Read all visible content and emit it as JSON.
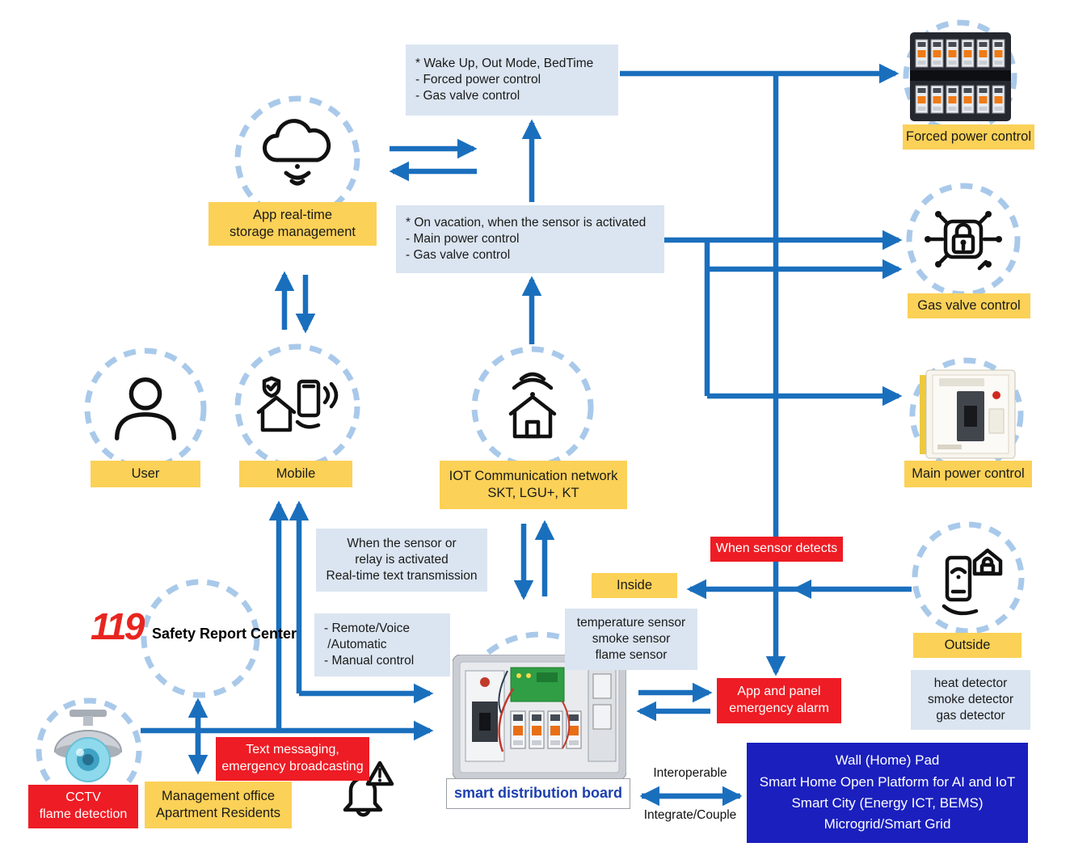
{
  "palette": {
    "arrow_blue": "#1a6fbd",
    "ring_blue": "#a9c9ea",
    "label_yellow": "#fbd157",
    "panel_lightblue": "#dbe5f1",
    "alert_red": "#ee1c24",
    "platform_navy": "#1a1fbe",
    "board_label_blue": "#1d3fae",
    "logo_red": "#e8251f"
  },
  "nodes": {
    "cloud_label": "App real-time\nstorage management",
    "user_label": "User",
    "mobile_label": "Mobile",
    "iot_label": "IOT Communication network\nSKT, LGU+, KT",
    "forced_power_label": "Forced power control",
    "gas_valve_label": "Gas valve control",
    "main_power_label": "Main power control",
    "outside_label": "Outside",
    "inside_label": "Inside",
    "board_label": "smart distribution board",
    "cctv_label": "CCTV\nflame detection",
    "management_label": "Management office\nApartment Residents"
  },
  "panels": {
    "modes": "* Wake Up, Out Mode, BedTime\n- Forced power control\n- Gas valve control",
    "vacation": "* On vacation, when the sensor is activated\n- Main power control\n- Gas valve control",
    "sensor_relay": "When the sensor or\nrelay is activated\nReal-time text transmission",
    "remote_control": "- Remote/Voice\n /Automatic\n- Manual control",
    "inside_sensors": "temperature sensor\nsmoke sensor\nflame sensor",
    "outside_detectors": "heat detector\nsmoke detector\ngas detector",
    "platform": "Wall (Home) Pad\nSmart Home Open Platform for AI and IoT\nSmart City (Energy ICT, BEMS)\nMicrogrid/Smart Grid"
  },
  "alerts": {
    "when_sensor_detects": "When sensor detects",
    "app_panel_alarm": "App and panel\nemergency alarm",
    "text_messaging": "Text messaging,\nemergency broadcasting"
  },
  "safety_center": {
    "number": "119",
    "label": "Safety Report Center"
  },
  "links": {
    "interoperable": "Interoperable",
    "integrate": "Integrate/Couple"
  },
  "icons": [
    "cloud-storage-icon",
    "user-icon",
    "mobile-home-icon",
    "iot-house-wifi-icon",
    "forced-power-breakers-image",
    "gas-valve-lock-icon",
    "main-power-breaker-image",
    "outside-remote-phone-icon",
    "smart-distribution-board-image",
    "cctv-dome-camera-icon",
    "emergency-bell-icon"
  ]
}
